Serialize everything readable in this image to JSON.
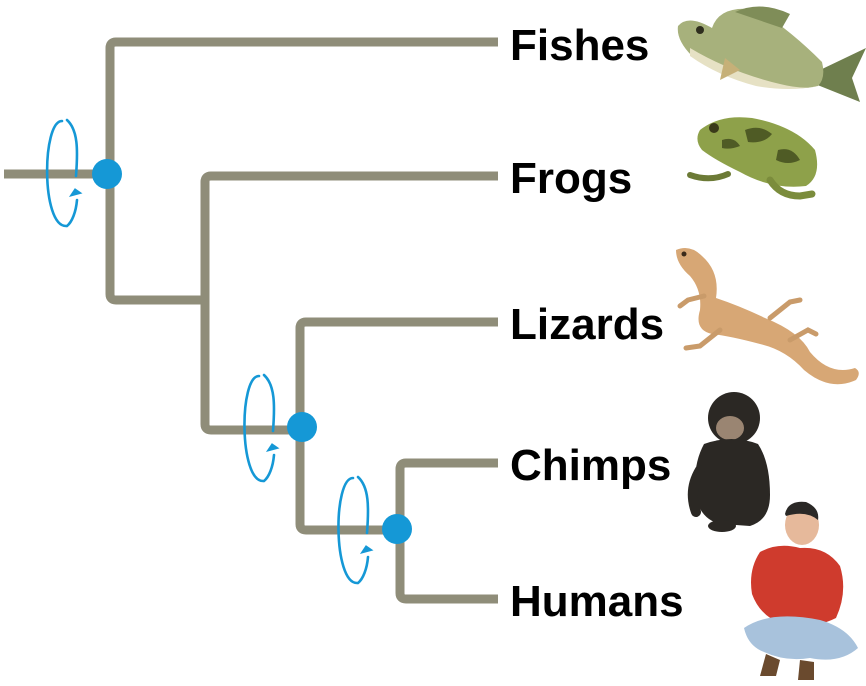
{
  "diagram": {
    "type": "phylogenetic-tree",
    "taxa": [
      {
        "id": "fishes",
        "label": "Fishes",
        "icon": "fish-icon"
      },
      {
        "id": "frogs",
        "label": "Frogs",
        "icon": "frog-icon"
      },
      {
        "id": "lizards",
        "label": "Lizards",
        "icon": "lizard-icon"
      },
      {
        "id": "chimps",
        "label": "Chimps",
        "icon": "chimpanzee-icon"
      },
      {
        "id": "humans",
        "label": "Humans",
        "icon": "human-icon"
      }
    ],
    "topology": "(Fishes,(Frogs,(Lizards,(Chimps,Humans))))",
    "rotatable_nodes": [
      "root",
      "lizards+chimps+humans",
      "chimps+humans"
    ],
    "colors": {
      "branch": "#8f8d79",
      "node": "#1598d6",
      "rotation_arrow": "#1598d6",
      "label": "#000000"
    }
  }
}
